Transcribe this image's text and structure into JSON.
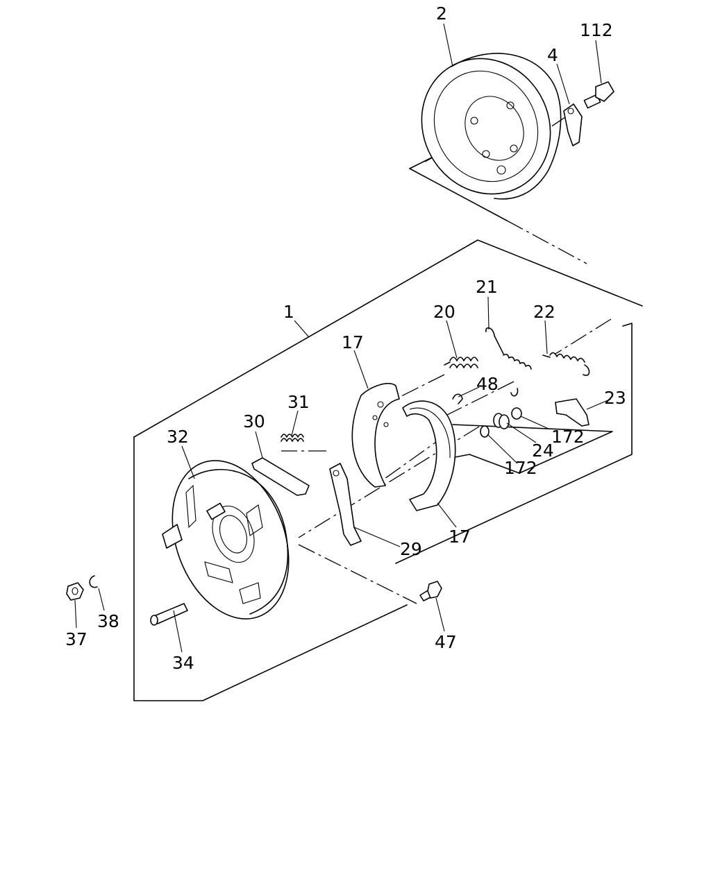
{
  "labels": {
    "l1": "1",
    "l2": "2",
    "l4": "4",
    "l112": "112",
    "l17a": "17",
    "l17b": "17",
    "l20": "20",
    "l21": "21",
    "l22": "22",
    "l23": "23",
    "l24": "24",
    "l29": "29",
    "l30": "30",
    "l31": "31",
    "l32": "32",
    "l34": "34",
    "l37": "37",
    "l38": "38",
    "l47": "47",
    "l48": "48",
    "l172a": "172",
    "l172b": "172"
  }
}
